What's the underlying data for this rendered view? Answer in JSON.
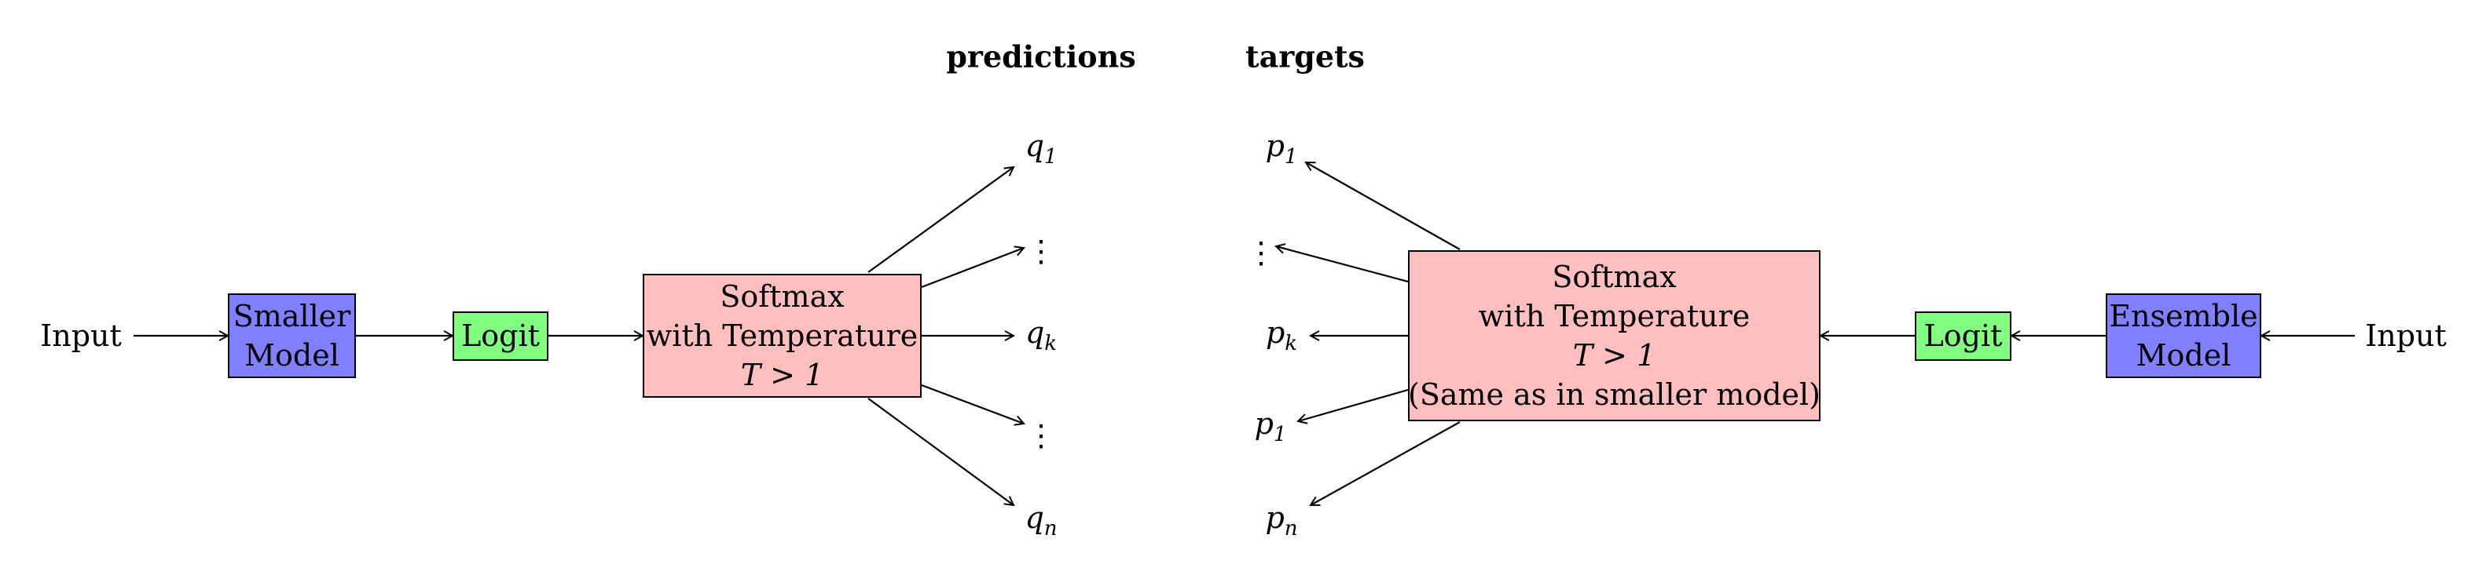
{
  "headers": {
    "left": "predictions",
    "right": "targets"
  },
  "left": {
    "input": "Input",
    "model": [
      "Smaller",
      "Model"
    ],
    "logit": "Logit",
    "softmax": [
      "Softmax",
      "with Temperature",
      "T > 1"
    ],
    "outputs": [
      {
        "var": "q",
        "sub": "1"
      },
      {
        "var": "q",
        "sub": "k"
      },
      {
        "var": "q",
        "sub": "n"
      }
    ]
  },
  "right": {
    "input": "Input",
    "model": [
      "Ensemble",
      "Model"
    ],
    "logit": "Logit",
    "softmax": [
      "Softmax",
      "with Temperature",
      "T > 1",
      "(Same as in smaller model)"
    ],
    "outputs": [
      {
        "var": "p",
        "sub": "1"
      },
      {
        "var": "p",
        "sub": "k"
      },
      {
        "var": "p",
        "sub": "1"
      },
      {
        "var": "p",
        "sub": "n"
      }
    ]
  },
  "colors": {
    "model": "#8080ff",
    "logit": "#80ff80",
    "softmax": "#ffbfbf",
    "stroke": "#000000"
  },
  "vdots": "⋮"
}
